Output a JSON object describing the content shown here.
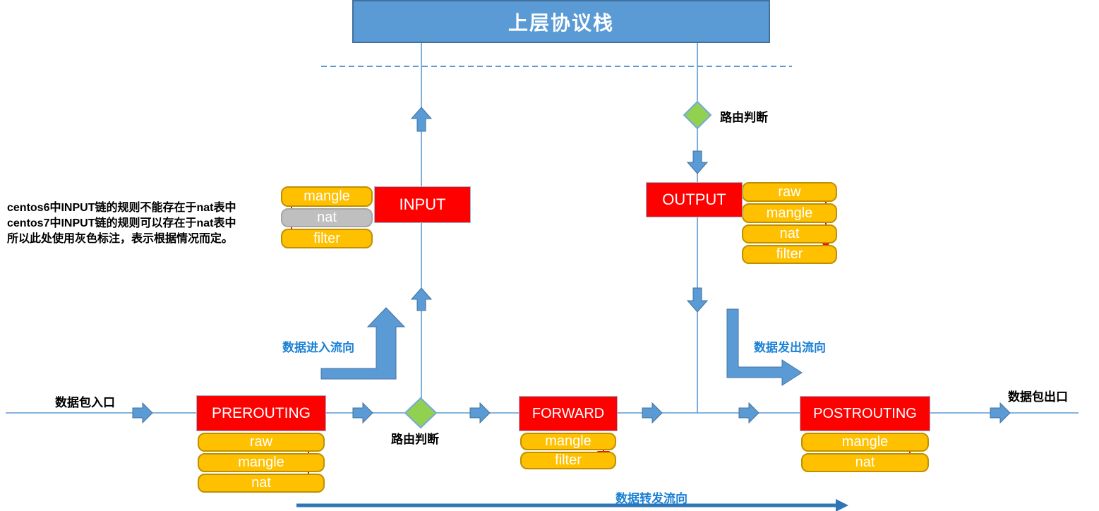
{
  "top_box": {
    "label": "上层协议栈"
  },
  "note": {
    "line1": "centos6中INPUT链的规则不能存在于nat表中",
    "line2": "centos7中INPUT链的规则可以存在于nat表中",
    "line3": "所以此处使用灰色标注，表示根据情况而定。"
  },
  "labels": {
    "routing_top": "路由判断",
    "routing_bottom": "路由判断",
    "flow_in": "数据进入流向",
    "flow_out": "数据发出流向",
    "flow_forward": "数据转发流向",
    "packet_in": "数据包入口",
    "packet_out": "数据包出口"
  },
  "chains": {
    "input": {
      "label": "INPUT",
      "tables": [
        {
          "name": "mangle",
          "variant": "orange"
        },
        {
          "name": "nat",
          "variant": "gray"
        },
        {
          "name": "filter",
          "variant": "orange"
        }
      ]
    },
    "output": {
      "label": "OUTPUT",
      "tables": [
        {
          "name": "raw",
          "variant": "orange"
        },
        {
          "name": "mangle",
          "variant": "orange"
        },
        {
          "name": "nat",
          "variant": "orange"
        },
        {
          "name": "filter",
          "variant": "orange"
        }
      ]
    },
    "prerouting": {
      "label": "PREROUTING",
      "tables": [
        {
          "name": "raw",
          "variant": "orange"
        },
        {
          "name": "mangle",
          "variant": "orange"
        },
        {
          "name": "nat",
          "variant": "orange"
        }
      ]
    },
    "forward": {
      "label": "FORWARD",
      "tables": [
        {
          "name": "mangle",
          "variant": "orange"
        },
        {
          "name": "filter",
          "variant": "orange"
        }
      ]
    },
    "postrouting": {
      "label": "POSTROUTING",
      "tables": [
        {
          "name": "mangle",
          "variant": "orange"
        },
        {
          "name": "nat",
          "variant": "orange"
        }
      ]
    }
  },
  "colors": {
    "box_blue": "#5B9BD5",
    "box_blue_border": "#41719C",
    "table_orange": "#FFC000",
    "table_orange_border": "#BF9000",
    "table_gray": "#BFBFBF",
    "chain_red": "#FF0000",
    "diamond_green": "#92D050",
    "flow_label_blue": "#1980D5",
    "red_arrow": "#FF0000",
    "thick_arrow_blue": "#2E75B6"
  }
}
